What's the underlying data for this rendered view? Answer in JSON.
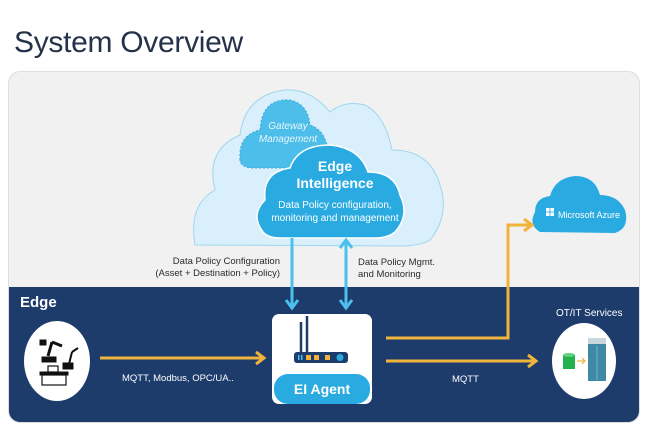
{
  "page": {
    "title": "System Overview"
  },
  "cloud": {
    "gateway_management": "Gateway Management",
    "edge_intelligence_title": "Edge Intelligence",
    "edge_intelligence_subtitle": "Data Policy configuration, monitoring and management"
  },
  "flows": {
    "data_policy_configuration_line1": "Data Policy Configuration",
    "data_policy_configuration_line2": "(Asset + Destination + Policy)",
    "data_policy_mgmt_line1": "Data Policy Mgmt.",
    "data_policy_mgmt_line2": "and Monitoring",
    "ingress_protocols": "MQTT, Modbus, OPC/UA..",
    "egress_protocol": "MQTT"
  },
  "edge": {
    "section_label": "Edge",
    "agent_label": "EI Agent",
    "ot_it_services": "OT/IT Services",
    "azure_label": "Microsoft Azure"
  },
  "colors": {
    "edge_band": "#1d3b6b",
    "cloud_light": "#d6eefa",
    "cloud_primary": "#29abe2",
    "arrow_orange": "#f0b43c",
    "arrow_blue": "#4cc0ec"
  }
}
